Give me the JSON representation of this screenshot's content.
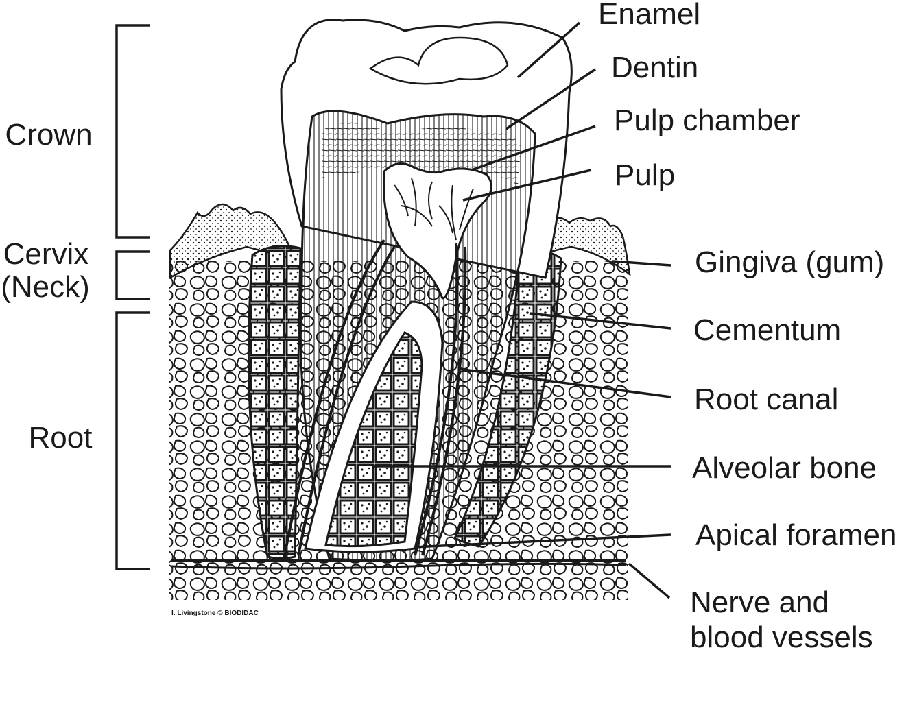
{
  "regions": {
    "crown": "Crown",
    "cervix_line1": "Cervix",
    "cervix_line2": "(Neck)",
    "root": "Root"
  },
  "labels": {
    "enamel": "Enamel",
    "dentin": "Dentin",
    "pulp_chamber": "Pulp chamber",
    "pulp": "Pulp",
    "gingiva": "Gingiva (gum)",
    "cementum": "Cementum",
    "root_canal": "Root canal",
    "alveolar_bone": "Alveolar bone",
    "apical_foramen": "Apical foramen",
    "nerve_line1": "Nerve and",
    "nerve_line2": "blood vessels"
  },
  "credit": "I. Livingstone © BIODIDAC",
  "colors": {
    "ink": "#1a1a1a",
    "background": "#ffffff"
  }
}
